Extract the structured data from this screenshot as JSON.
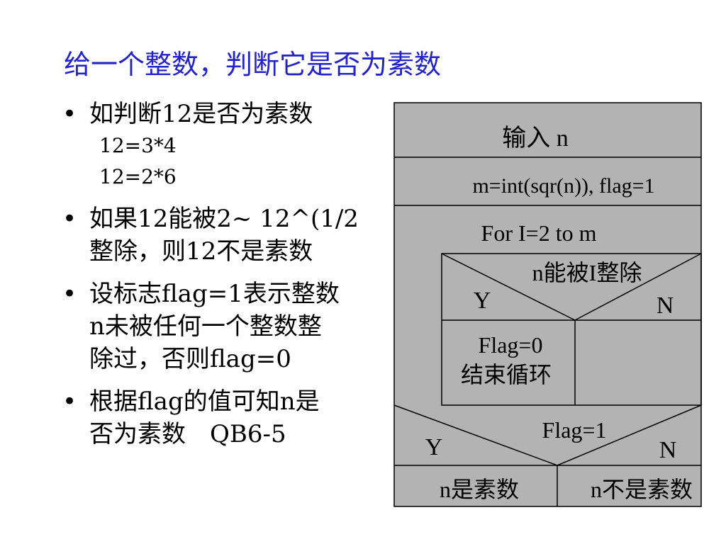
{
  "title": "给一个整数，判断它是否为素数",
  "bullets": [
    {
      "text": "如判断12是否为素数",
      "sub": [
        "12=3*4",
        "12=2*6"
      ]
    },
    {
      "lines": [
        "如果12能被2~ 12^(1/2",
        "整除，则12不是素数"
      ]
    },
    {
      "lines": [
        "设标志flag=1表示整数",
        "n未被任何一个整数整",
        "除过，否则flag=0"
      ]
    },
    {
      "lines": [
        "根据flag的值可知n是",
        "否为素数　QB6-5"
      ]
    }
  ],
  "flowchart": {
    "fill_color": "#b3b3b3",
    "input": "输入 n",
    "init": "m=int(sqr(n)), flag=1",
    "loop": "For I=2 to m",
    "cond1": {
      "text": "n能被I整除",
      "yes": "Y",
      "no": "N"
    },
    "action1": [
      "Flag=0",
      "结束循环"
    ],
    "cond2": {
      "text": "Flag=1",
      "yes": "Y",
      "no": "N"
    },
    "result_yes": "n是素数",
    "result_no": "n不是素数"
  }
}
